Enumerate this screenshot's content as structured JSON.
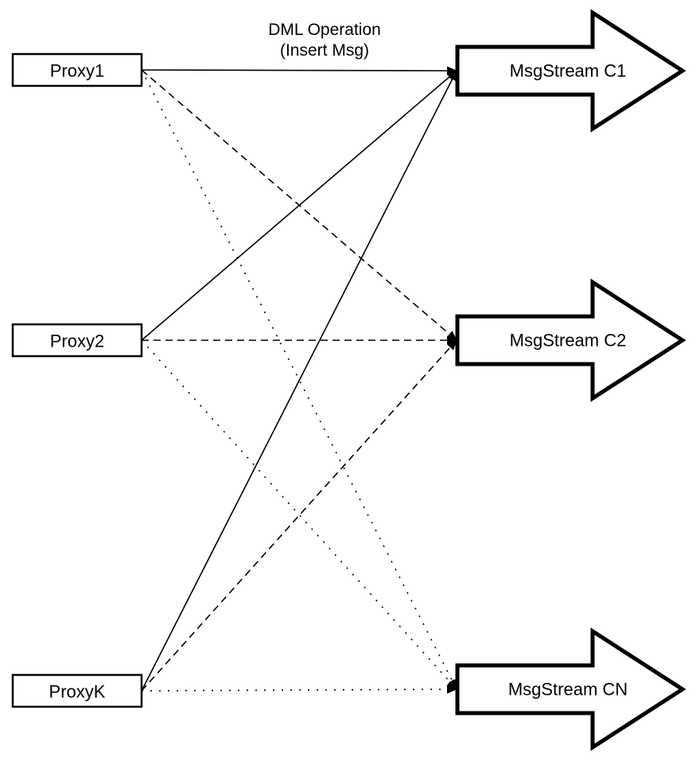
{
  "annotation": {
    "line1": "DML Operation",
    "line2": "(Insert Msg)"
  },
  "nodes": {
    "proxies": [
      {
        "id": "proxy1",
        "label": "Proxy1"
      },
      {
        "id": "proxy2",
        "label": "Proxy2"
      },
      {
        "id": "proxyk",
        "label": "ProxyK"
      }
    ],
    "streams": [
      {
        "id": "c1",
        "label": "MsgStream C1"
      },
      {
        "id": "c2",
        "label": "MsgStream C2"
      },
      {
        "id": "cn",
        "label": "MsgStream CN"
      }
    ]
  },
  "edges": [
    {
      "from": "proxy1",
      "to": "c1",
      "style": "solid"
    },
    {
      "from": "proxy1",
      "to": "c2",
      "style": "dashed"
    },
    {
      "from": "proxy1",
      "to": "cn",
      "style": "dotted"
    },
    {
      "from": "proxy2",
      "to": "c1",
      "style": "solid"
    },
    {
      "from": "proxy2",
      "to": "c2",
      "style": "dashed"
    },
    {
      "from": "proxy2",
      "to": "cn",
      "style": "dotted"
    },
    {
      "from": "proxyk",
      "to": "c1",
      "style": "solid"
    },
    {
      "from": "proxyk",
      "to": "c2",
      "style": "dashed"
    },
    {
      "from": "proxyk",
      "to": "cn",
      "style": "dotted"
    }
  ],
  "colors": {
    "stroke": "#000000",
    "fill": "#ffffff",
    "background": "#ffffff"
  }
}
